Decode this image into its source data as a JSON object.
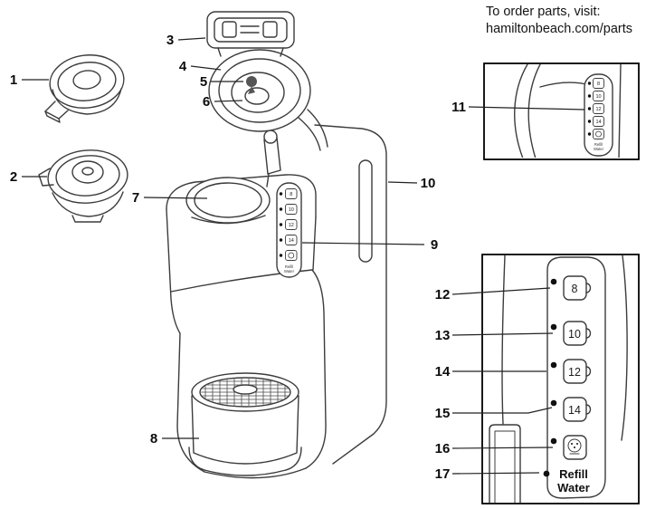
{
  "header": {
    "line1": "To order parts, visit:",
    "line2": "hamiltonbeach.com/parts"
  },
  "callouts": {
    "c1": "1",
    "c2": "2",
    "c3": "3",
    "c4": "4",
    "c5": "5",
    "c6": "6",
    "c7": "7",
    "c8": "8",
    "c9": "9",
    "c10": "10",
    "c11": "11",
    "c12": "12",
    "c13": "13",
    "c14": "14",
    "c15": "15",
    "c16": "16",
    "c17": "17"
  },
  "panel": {
    "buttons": [
      {
        "label": "8",
        "type": "cup-size"
      },
      {
        "label": "10",
        "type": "cup-size"
      },
      {
        "label": "12",
        "type": "cup-size"
      },
      {
        "label": "14",
        "type": "cup-size"
      },
      {
        "label": "",
        "type": "brew",
        "icon": "pod-icon"
      }
    ],
    "refill": {
      "line1": "Refill",
      "line2": "Water"
    }
  }
}
